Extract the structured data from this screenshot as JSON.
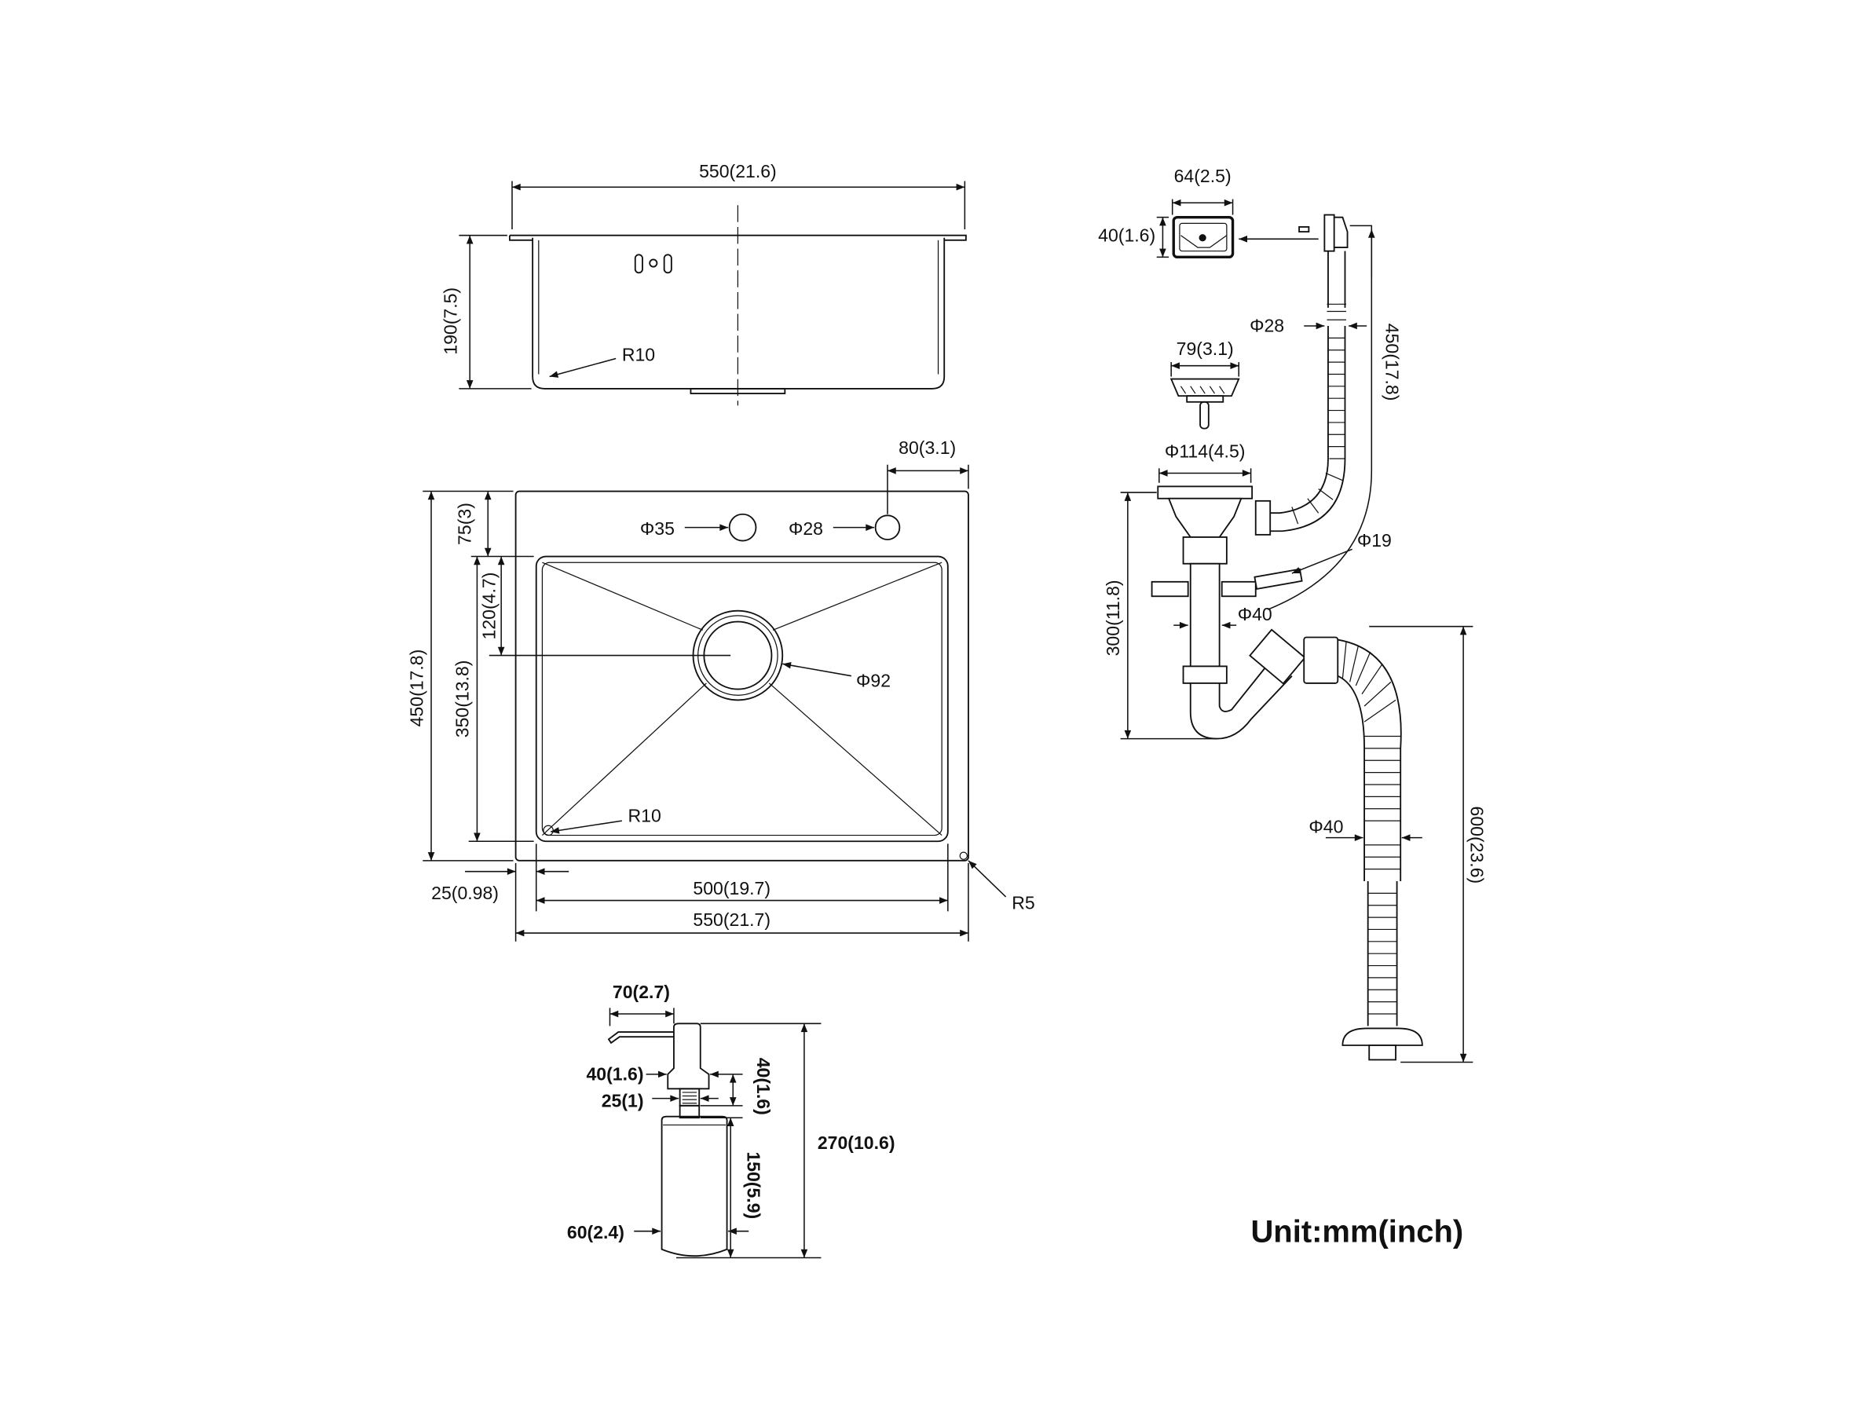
{
  "side_view": {
    "width": "550(21.6)",
    "height": "190(7.5)",
    "radius": "R10"
  },
  "plan_view": {
    "hole_left": "Φ35",
    "hole_right": "Φ28",
    "hole_offset": "80(3.1)",
    "total_depth": "450(17.8)",
    "rim_depth": "75(3)",
    "drain_offset": "120(4.7)",
    "basin_depth": "350(13.8)",
    "drain_diameter": "Φ92",
    "inner_radius": "R10",
    "outer_radius": "R5",
    "rim_width": "25(0.98)",
    "basin_width": "500(19.7)",
    "total_width": "550(21.7)"
  },
  "soap_dispenser": {
    "spout": "70(2.7)",
    "collar": "40(1.6)",
    "thread": "25(1)",
    "thread_height": "40(1.6)",
    "bottle_height": "150(5.9)",
    "total_height": "270(10.6)",
    "bottle_width": "60(2.4)"
  },
  "drain_kit": {
    "overflow_width": "64(2.5)",
    "overflow_height": "40(1.6)",
    "overflow_hose": "Φ28",
    "overflow_length": "450(17.8)",
    "strainer": "79(3.1)",
    "flange": "Φ114(4.5)",
    "branch": "Φ19",
    "pipe": "Φ40",
    "trap_height": "300(11.8)",
    "hose": "Φ40",
    "hose_length": "600(23.6)"
  },
  "unit_label": "Unit:mm(inch)"
}
